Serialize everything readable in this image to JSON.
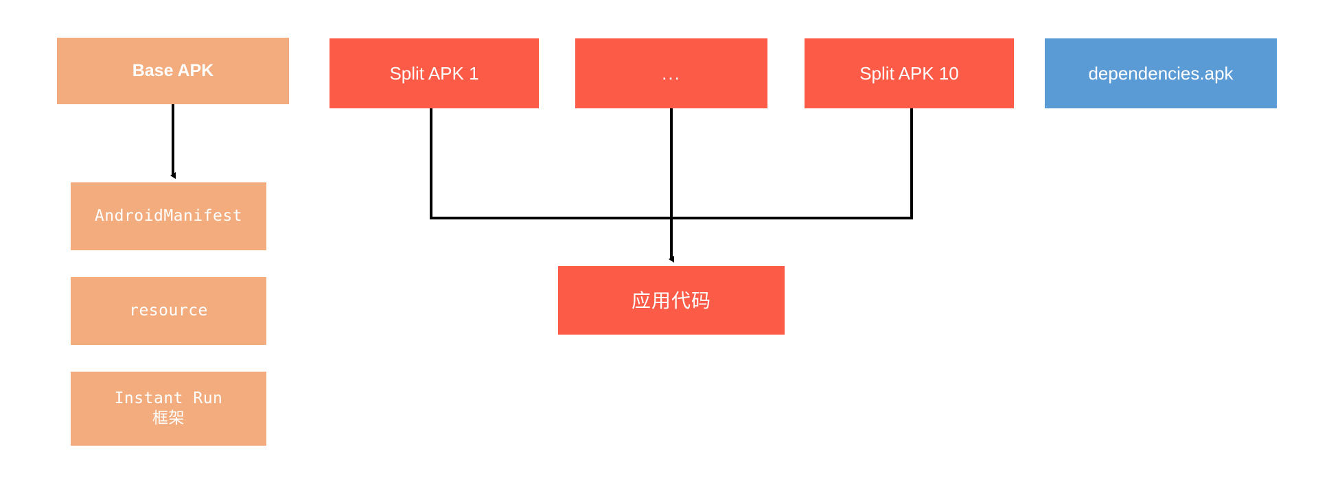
{
  "diagram": {
    "title": "Android APK split structure",
    "background": "#ffffff",
    "colors": {
      "base_orange": "#F2AC7D",
      "split_red": "#FB5B47",
      "dependency_blue": "#5B9BD5",
      "connector_black": "#000000",
      "node_text": "#FFFFFF"
    },
    "nodes": {
      "base_apk": {
        "label": "Base APK",
        "color": "#F2AC7D"
      },
      "android_manifest": {
        "label": "AndroidManifest",
        "color": "#F2AC7D"
      },
      "resource": {
        "label": "resource",
        "color": "#F2AC7D"
      },
      "instant_run": {
        "label": "Instant Run\n框架",
        "color": "#F2AC7D"
      },
      "split_apk_1": {
        "label": "Split APK 1",
        "color": "#FB5B47"
      },
      "split_apk_ellipsis": {
        "label": "...",
        "color": "#FB5B47"
      },
      "split_apk_10": {
        "label": "Split APK 10",
        "color": "#FB5B47"
      },
      "dependencies_apk": {
        "label": "dependencies.apk",
        "color": "#5B9BD5"
      },
      "app_code": {
        "label": "应用代码",
        "color": "#FB5B47"
      }
    },
    "edges": [
      {
        "from": "base_apk",
        "to": "android_manifest",
        "style": "straight-arrow"
      },
      {
        "from": "split_apk_1",
        "to": "app_code",
        "style": "elbow-merge"
      },
      {
        "from": "split_apk_ellipsis",
        "to": "app_code",
        "style": "elbow-merge"
      },
      {
        "from": "split_apk_10",
        "to": "app_code",
        "style": "elbow-merge"
      }
    ]
  }
}
